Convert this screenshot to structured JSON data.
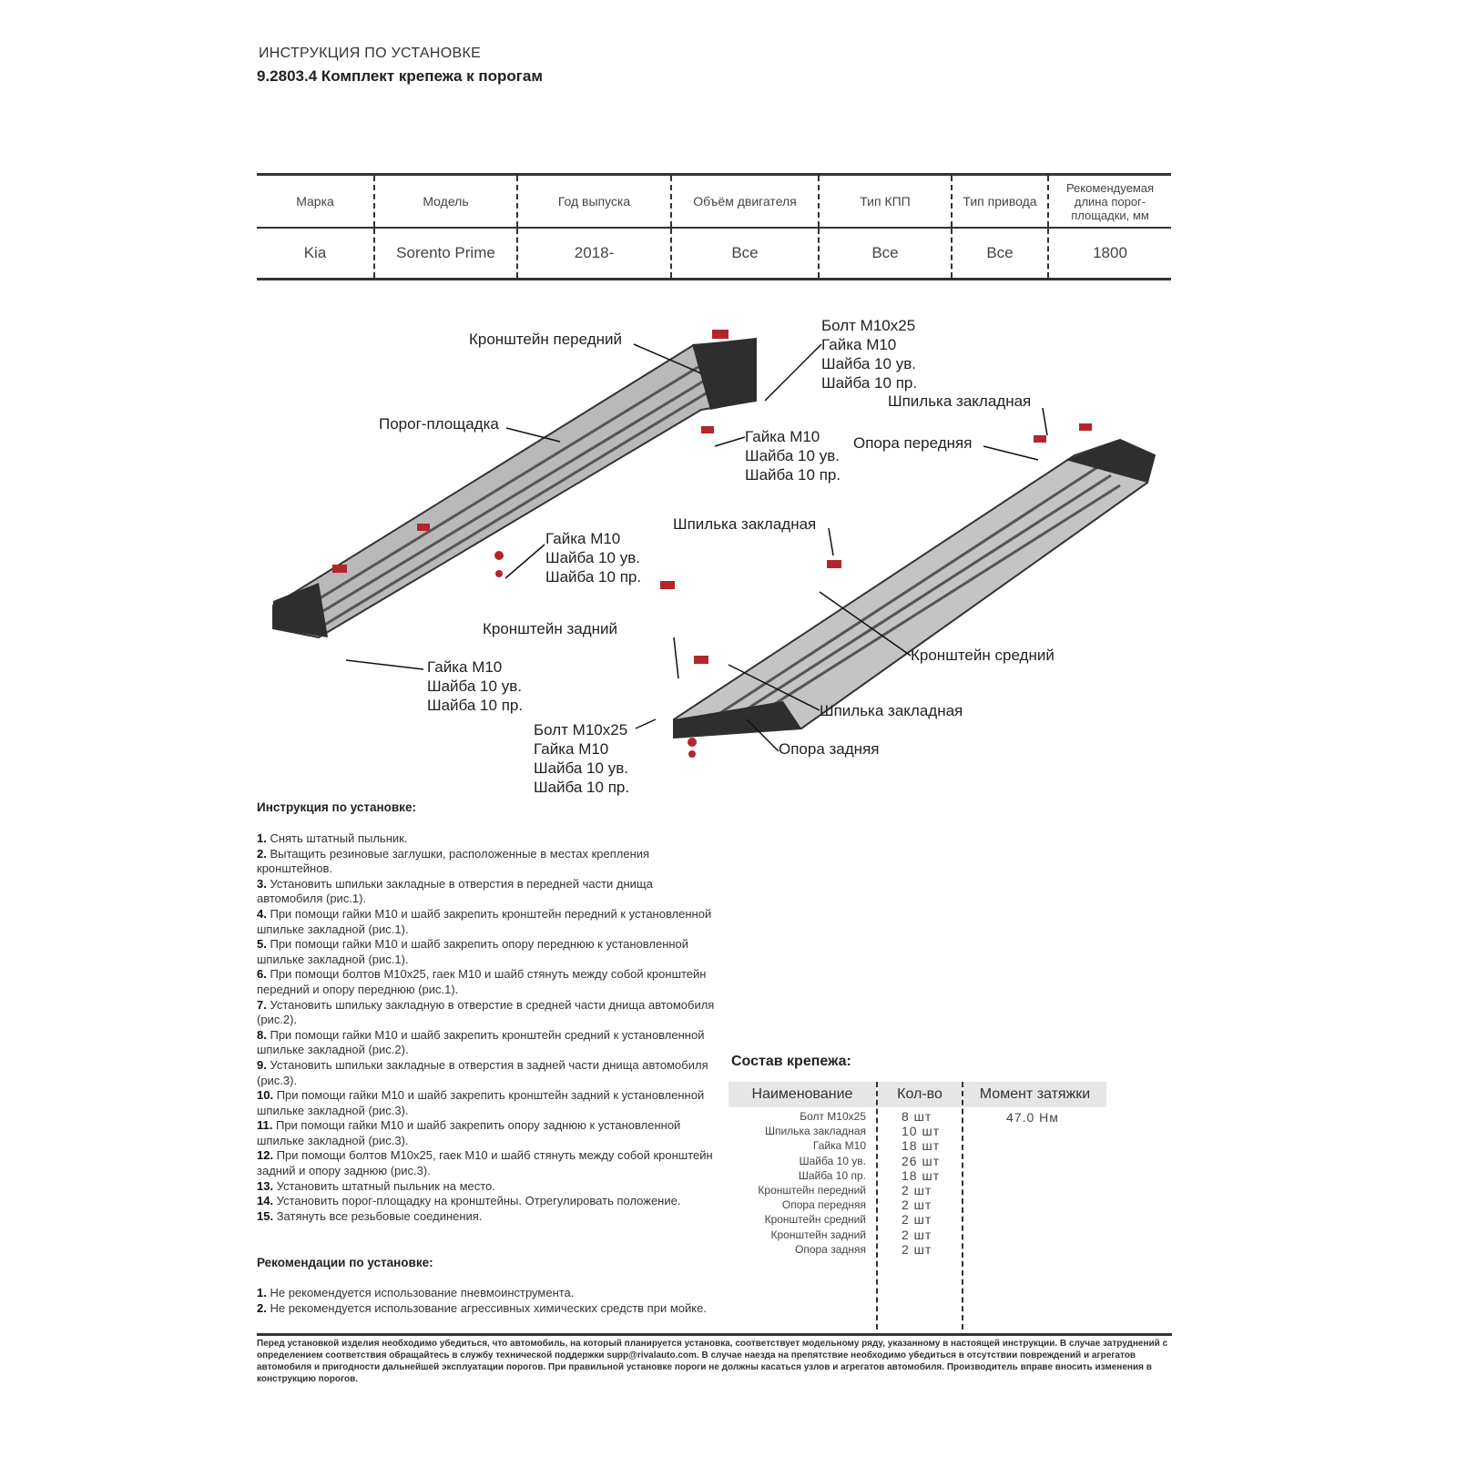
{
  "header": {
    "title": "ИНСТРУКЦИЯ ПО УСТАНОВКЕ",
    "subtitle": "9.2803.4 Комплект крепежа к порогам"
  },
  "spec_table": {
    "headers": [
      "Марка",
      "Модель",
      "Год выпуска",
      "Объём двигателя",
      "Тип КПП",
      "Тип привода",
      "Рекомендуемая длина порог-площадки, мм"
    ],
    "values": [
      "Kia",
      "Sorento Prime",
      "2018-",
      "Все",
      "Все",
      "Все",
      "1800"
    ]
  },
  "diagram": {
    "labels": [
      "Кронштейн передний",
      "Болт М10х25\nГайка М10\nШайба 10 ув.\nШайба 10 пр.",
      "Порог-площадка",
      "Шпилька закладная",
      "Гайка М10\nШайба 10 ув.\nШайба 10 пр.",
      "Опора передняя",
      "Гайка М10\nШайба 10 ув.\nШайба 10 пр.",
      "Шпилька закладная",
      "Кронштейн задний",
      "Кронштейн средний",
      "Гайка М10\nШайба 10 ув.\nШайба 10 пр.",
      "Шпилька закладная",
      "Болт М10х25\nГайка М10\nШайба 10 ув.\nШайба 10 пр.",
      "Опора задняя"
    ]
  },
  "instructions": {
    "title": "Инструкция по установке:",
    "steps": [
      [
        "1.",
        "Снять штатный пыльник."
      ],
      [
        "2.",
        "Вытащить резиновые заглушки, расположенные в местах крепления кронштейнов."
      ],
      [
        "3.",
        "Установить шпильки закладные в отверстия в передней части днища автомобиля (рис.1)."
      ],
      [
        "4.",
        "При помощи гайки М10 и шайб закрепить кронштейн передний к установленной шпильке закладной (рис.1)."
      ],
      [
        "5.",
        "При помощи гайки М10 и шайб закрепить опору переднюю к установленной шпильке закладной (рис.1)."
      ],
      [
        "6.",
        "При помощи болтов М10х25, гаек М10 и шайб стянуть между собой кронштейн передний и опору переднюю (рис.1)."
      ],
      [
        "7.",
        "Установить шпильку закладную в отверстие в средней части днища автомобиля (рис.2)."
      ],
      [
        "8.",
        "При помощи гайки М10 и шайб закрепить кронштейн средний к установленной шпильке закладной (рис.2)."
      ],
      [
        "9.",
        "Установить шпильки закладные в отверстия в задней части днища автомобиля (рис.3)."
      ],
      [
        "10.",
        "При помощи гайки М10 и шайб закрепить кронштейн задний к установленной шпильке закладной (рис.3)."
      ],
      [
        "11.",
        "При помощи гайки М10 и шайб закрепить опору заднюю к установленной шпильке закладной (рис.3)."
      ],
      [
        "12.",
        "При помощи болтов М10х25, гаек М10 и шайб стянуть между собой кронштейн задний и опору заднюю (рис.3)."
      ],
      [
        "13.",
        "Установить штатный пыльник на место."
      ],
      [
        "14.",
        "Установить порог-площадку на кронштейны. Отрегулировать положение."
      ],
      [
        "15.",
        "Затянуть все резьбовые соединения."
      ]
    ]
  },
  "recommendations": {
    "title": "Рекомендации по установке:",
    "items": [
      [
        "1.",
        "Не рекомендуется использование пневмоинструмента."
      ],
      [
        "2.",
        "Не рекомендуется использование агрессивных химических средств при мойке."
      ]
    ]
  },
  "fasteners": {
    "title": "Состав крепежа:",
    "headers": [
      "Наименование",
      "Кол-во",
      "Момент затяжки"
    ],
    "torque": "47.0 Нм",
    "rows": [
      [
        "Болт М10х25",
        "8 шт"
      ],
      [
        "Шпилька закладная",
        "10 шт"
      ],
      [
        "Гайка М10",
        "18 шт"
      ],
      [
        "Шайба 10 ув.",
        "26 шт"
      ],
      [
        "Шайба 10 пр.",
        "18 шт"
      ],
      [
        "Кронштейн передний",
        "2 шт"
      ],
      [
        "Опора передняя",
        "2 шт"
      ],
      [
        "Кронштейн средний",
        "2 шт"
      ],
      [
        "Кронштейн задний",
        "2 шт"
      ],
      [
        "Опора задняя",
        "2 шт"
      ]
    ]
  },
  "footer": "Перед установкой изделия необходимо убедиться, что автомобиль, на который планируется установка, соответствует модельному ряду, указанному в настоящей инструкции. В случае затруднений с определением соответствия обращайтесь в службу технической поддержки supp@rivalauto.com. В случае наезда на препятствие необходимо убедиться в отсутствии повреждений и агрегатов автомобиля и пригодности дальнейшей эксплуатации порогов. При правильной установке пороги не должны касаться узлов и агрегатов автомобиля. Производитель вправе вносить изменения в конструкцию порогов."
}
